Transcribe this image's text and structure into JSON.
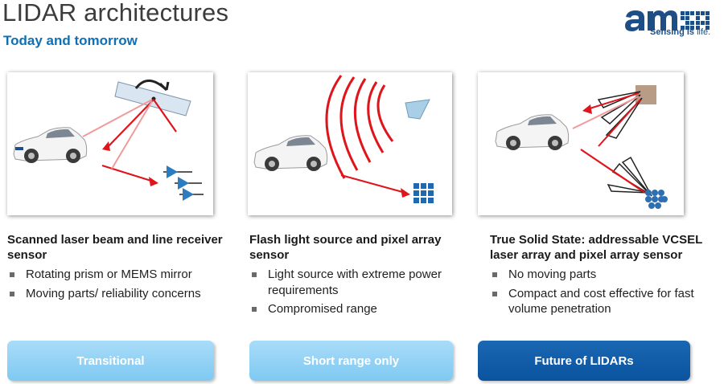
{
  "header": {
    "title": "LIDAR architectures",
    "subtitle": "Today and tomorrow"
  },
  "logo": {
    "brand": "ams",
    "tagline_bold": "Sensing is",
    "tagline_thin": " life."
  },
  "colors": {
    "accent_blue": "#0e6fb5",
    "light_pill": "#8fd0f4",
    "dark_pill": "#0b559f",
    "laser_red": "#e0141b"
  },
  "columns": [
    {
      "heading": "Scanned laser beam and line receiver sensor",
      "bullets": [
        "Rotating prism or MEMS mirror",
        "Moving parts/ reliability concerns"
      ],
      "pill": "Transitional"
    },
    {
      "heading": "Flash light source and pixel array sensor",
      "bullets": [
        "Light source with extreme power requirements",
        "Compromised range"
      ],
      "pill": "Short range only"
    },
    {
      "heading": "True Solid State: addressable VCSEL laser array and pixel array sensor",
      "bullets": [
        "No moving parts",
        "Compact and cost effective for fast volume penetration"
      ],
      "pill": "Future of LIDARs"
    }
  ]
}
